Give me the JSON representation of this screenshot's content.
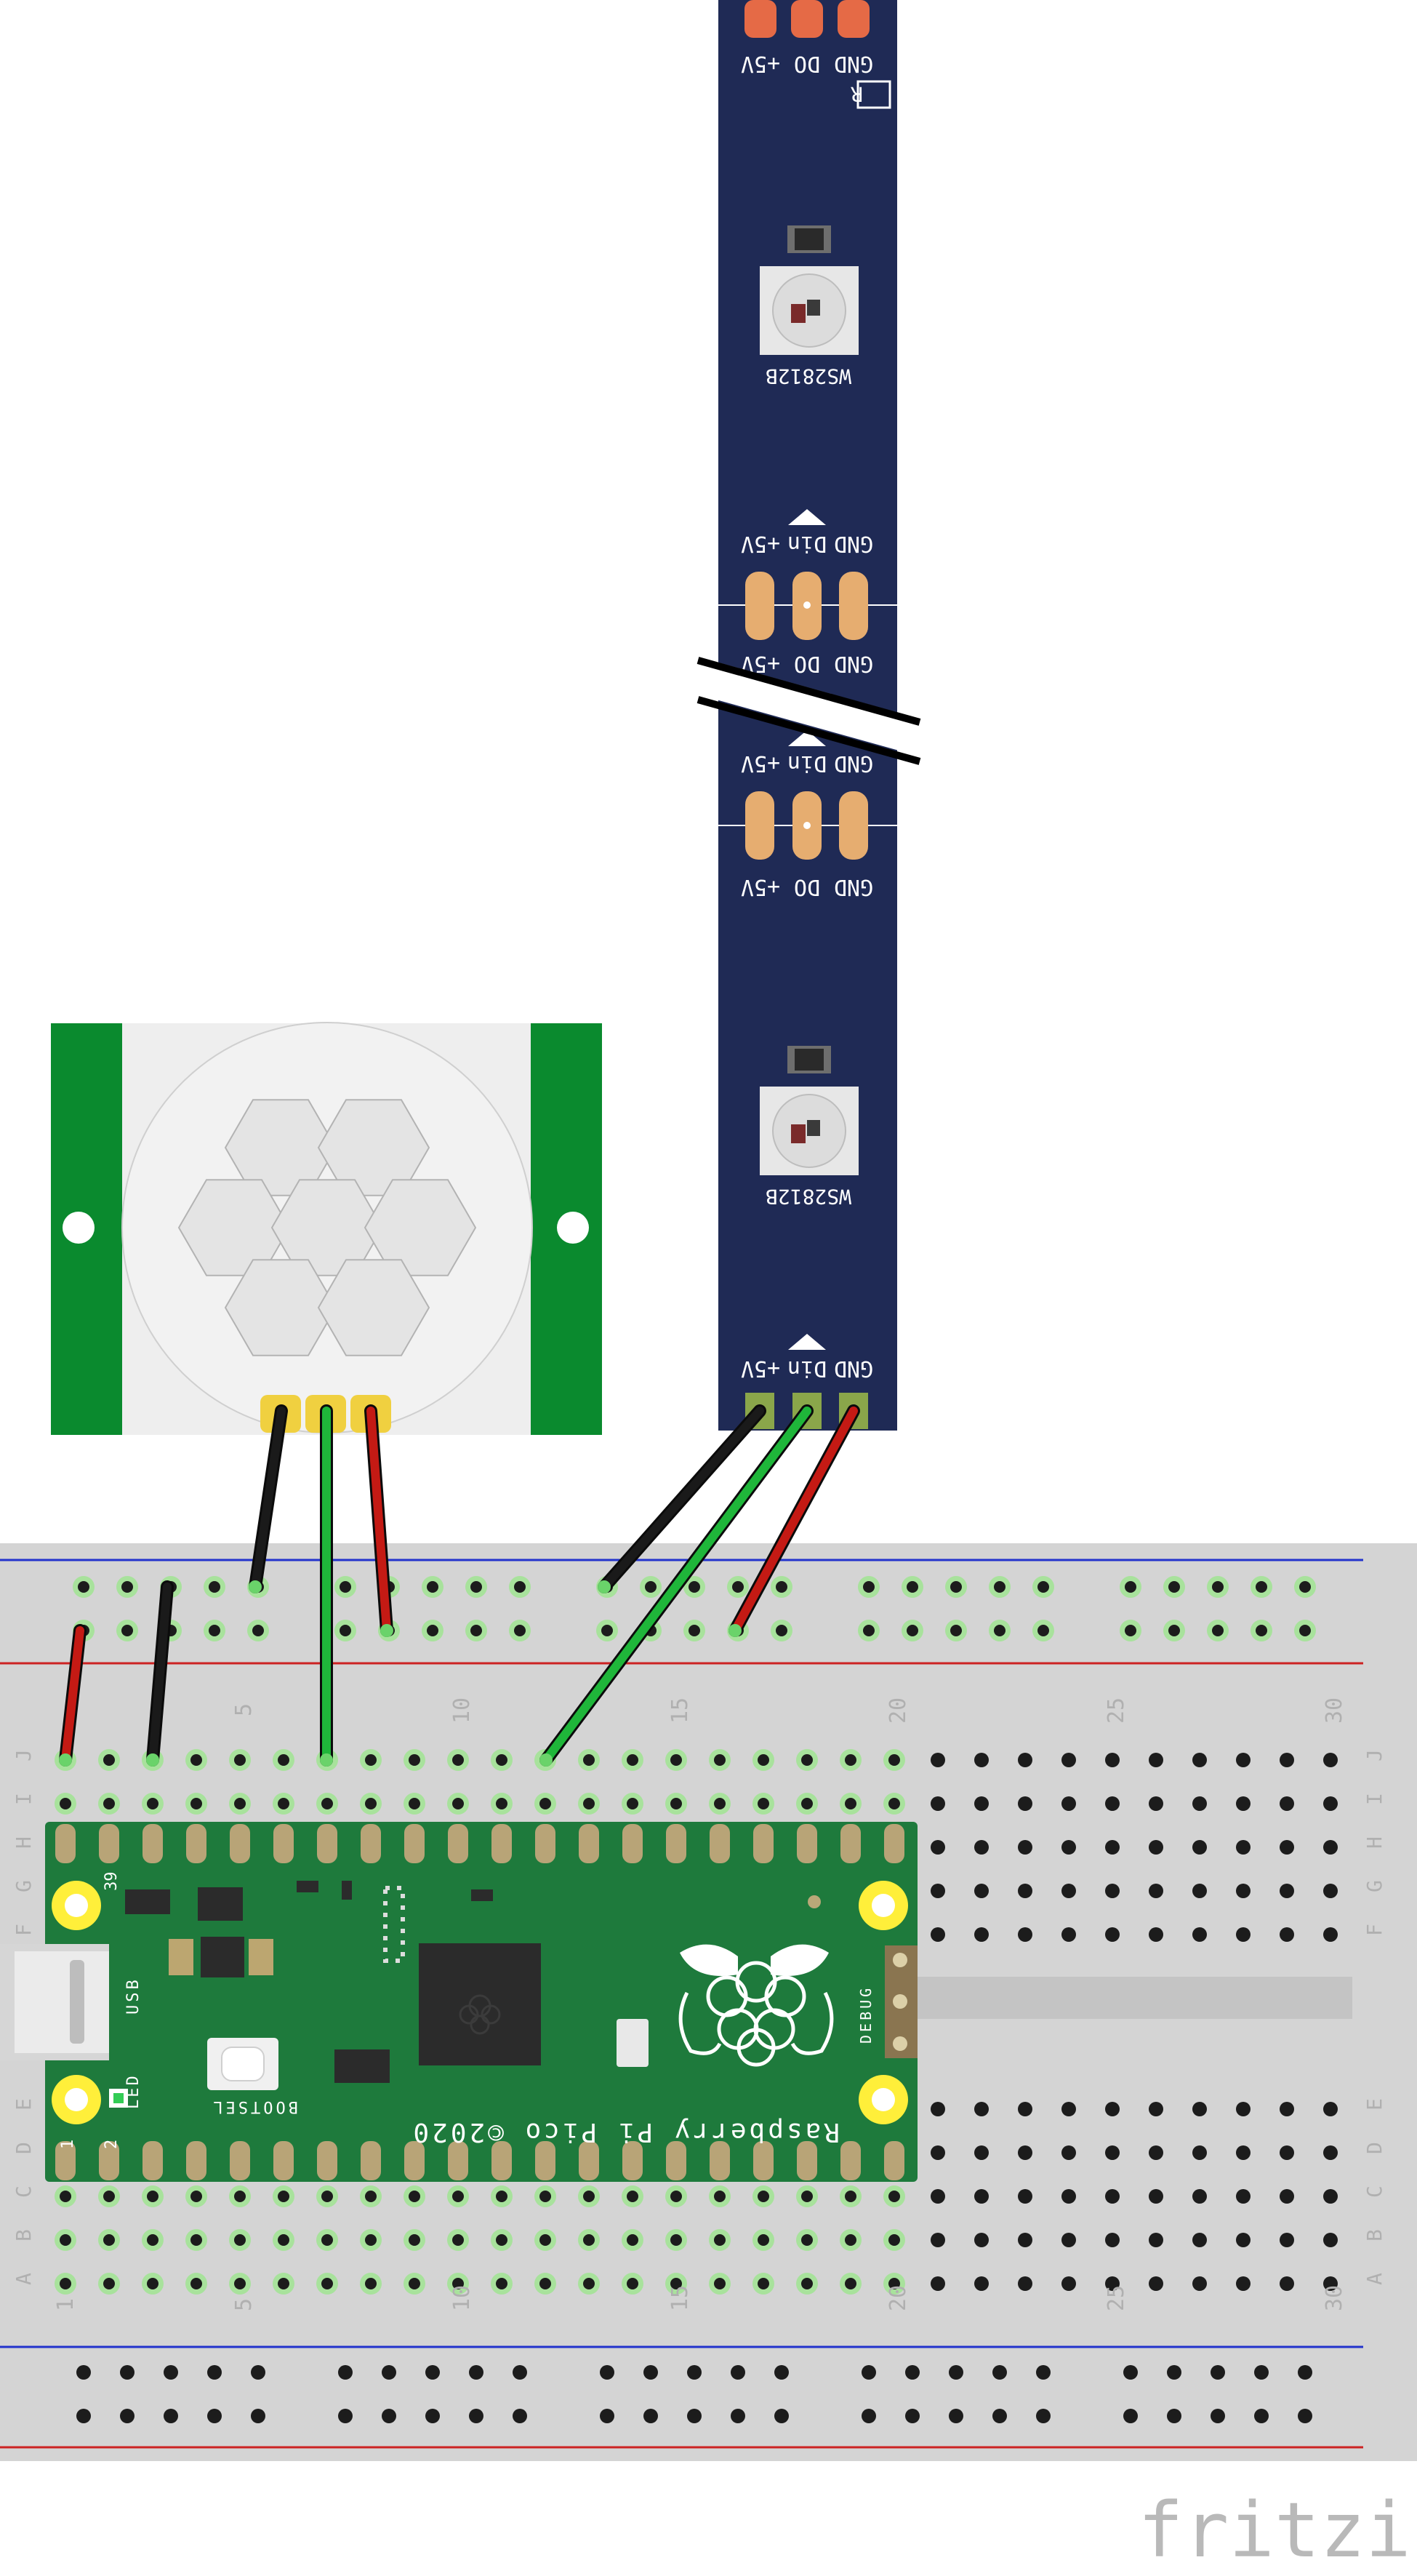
{
  "strip": {
    "top_labels": [
      "GND",
      "DO",
      "+5V"
    ],
    "pad_labels_in": [
      "GND",
      "Din",
      "+5V"
    ],
    "pad_labels_out": [
      "GND",
      "DO",
      "+5V"
    ],
    "led_label": "WS2812B",
    "logo_mark": "R",
    "color": "#1f2a55"
  },
  "breadboard": {
    "column_numbers": [
      "1",
      "5",
      "10",
      "15",
      "20",
      "25",
      "30"
    ],
    "row_letters_top": [
      "J",
      "I",
      "H",
      "G",
      "F"
    ],
    "row_letters_bottom": [
      "E",
      "D",
      "C",
      "B",
      "A"
    ]
  },
  "pico": {
    "name": "Raspberry Pi Pico ©2020",
    "pin_1": "1",
    "pin_2": "2",
    "pin_39": "39",
    "usb": "USB",
    "led": "LED",
    "bootsel": "BOOTSEL",
    "debug": "DEBUG",
    "color": "#1e7a3c"
  },
  "watermark": "fritzing",
  "wire_colors": {
    "black": "#1a1a1a",
    "green": "#1fb63a",
    "red": "#c41a14"
  }
}
